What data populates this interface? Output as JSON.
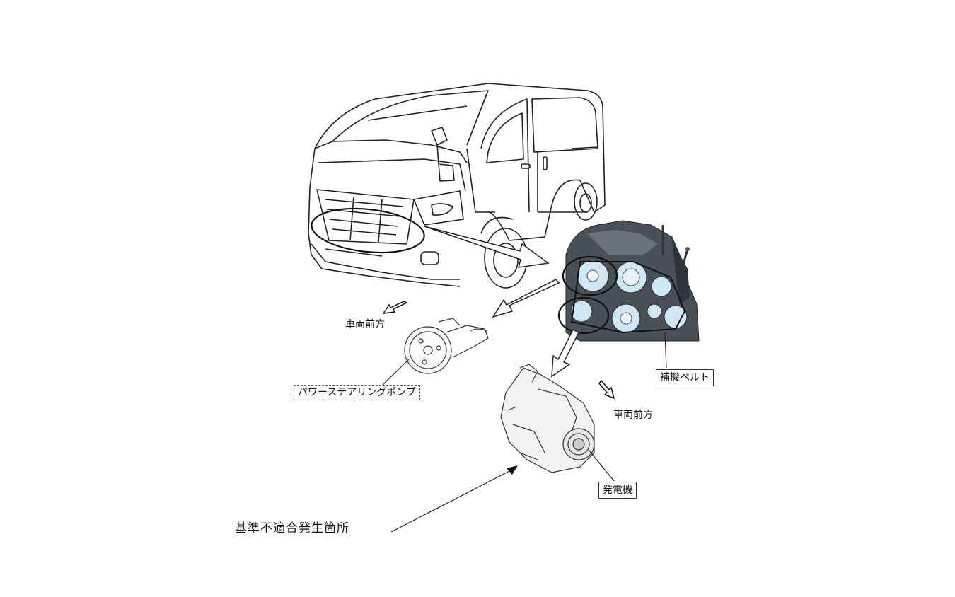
{
  "labels": {
    "front_direction_left": "車両前方",
    "front_direction_right": "車両前方",
    "power_steering_pump": "パワーステアリングポンプ",
    "accessory_belt": "補機ベルト",
    "alternator": "発電機",
    "nonconformity_location": "基準不適合発生箇所"
  },
  "colors": {
    "line": "#222222",
    "pulley_highlight": "#cfe6f5",
    "engine_dark": "#3a3f45"
  }
}
